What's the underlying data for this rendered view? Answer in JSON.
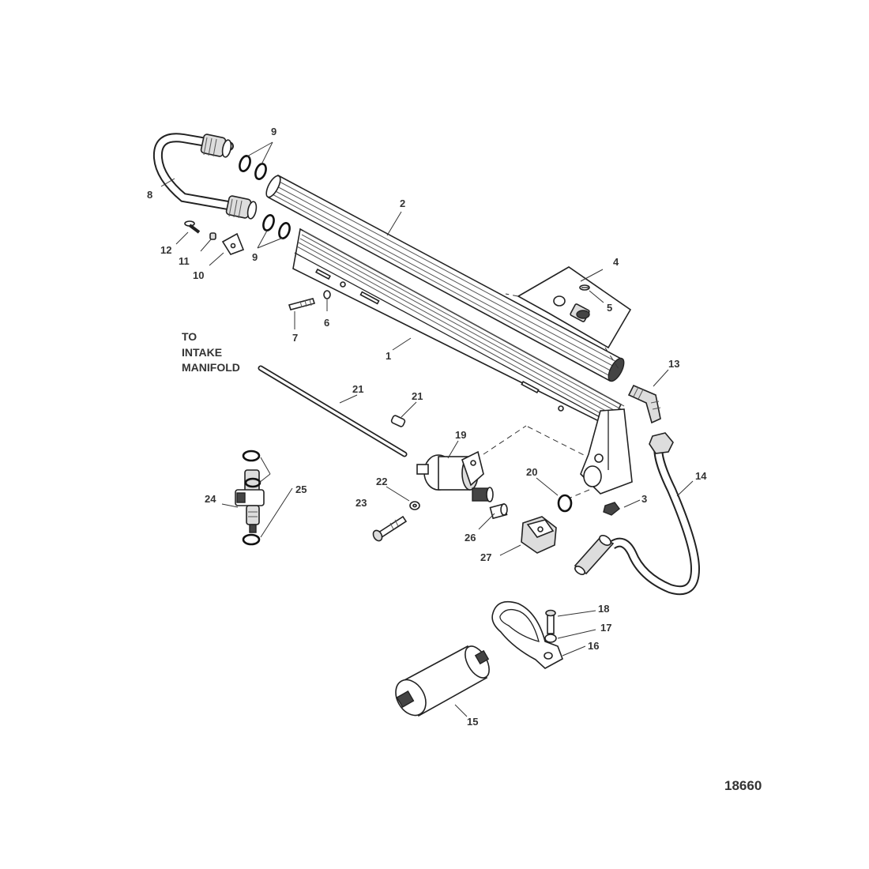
{
  "callouts": {
    "c1": "1",
    "c2": "2",
    "c3": "3",
    "c4": "4",
    "c5": "5",
    "c6": "6",
    "c7": "7",
    "c8": "8",
    "c9a": "9",
    "c9b": "9",
    "c10": "10",
    "c11": "11",
    "c12": "12",
    "c13": "13",
    "c14": "14",
    "c15": "15",
    "c16": "16",
    "c17": "17",
    "c18": "18",
    "c19": "19",
    "c20": "20",
    "c21a": "21",
    "c21b": "21",
    "c22": "22",
    "c23": "23",
    "c24": "24",
    "c25": "25",
    "c26": "26",
    "c27": "27"
  },
  "note": {
    "line1": "TO",
    "line2": "INTAKE",
    "line3": "MANIFOLD"
  },
  "figure_number": "18660"
}
